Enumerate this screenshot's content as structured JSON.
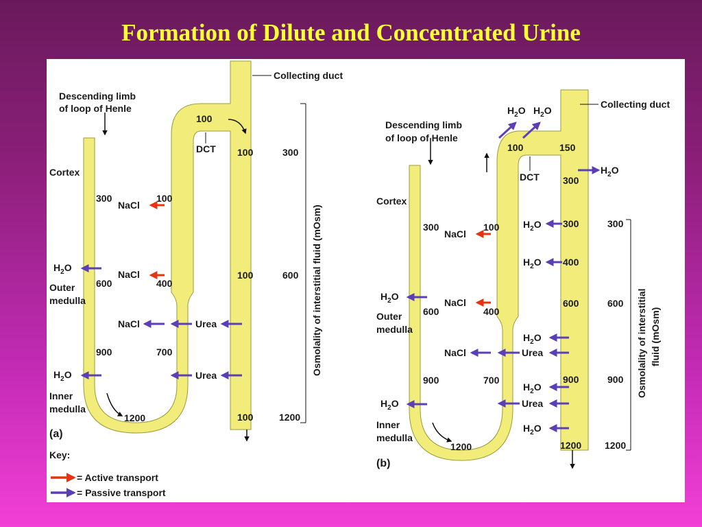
{
  "title": "Formation of Dilute and Concentrated Urine",
  "colors": {
    "tubule": "#f2ec7a",
    "tubule_outline": "#8a8a2a",
    "active": "#e63312",
    "passive": "#5b3fb5",
    "title": "#ffff33"
  },
  "a": {
    "collecting_duct": "Collecting duct",
    "descending_limb_1": "Descending limb",
    "descending_limb_2": "of loop of Henle",
    "dct": "DCT",
    "cortex": "Cortex",
    "outer_medulla_1": "Outer",
    "outer_medulla_2": "medulla",
    "inner_medulla_1": "Inner",
    "inner_medulla_2": "medulla",
    "axis_label": "Osmolality of interstitial fluid (mOsm)",
    "panel_label": "(a)",
    "values": {
      "dct_top": "100",
      "desc_300": "300",
      "desc_600": "600",
      "desc_900": "900",
      "bottom_1200": "1200",
      "asc_100": "100",
      "asc_400": "400",
      "asc_700": "700",
      "cd_100a": "100",
      "cd_100b": "100",
      "cd_100c": "100"
    },
    "scale": [
      "300",
      "600",
      "1200"
    ],
    "nacl": "NaCl",
    "urea": "Urea",
    "h2o": "H",
    "h2o_sub": "2",
    "h2o_end": "O"
  },
  "b": {
    "collecting_duct": "Collecting duct",
    "descending_limb_1": "Descending limb",
    "descending_limb_2": "of loop of Henle",
    "dct": "DCT",
    "cortex": "Cortex",
    "outer_medulla_1": "Outer",
    "outer_medulla_2": "medulla",
    "inner_medulla_1": "Inner",
    "inner_medulla_2": "medulla",
    "axis_label_1": "Osmolality of interstitial",
    "axis_label_2": "fluid (mOsm)",
    "panel_label": "(b)",
    "values": {
      "dct_100": "100",
      "dct_150": "150",
      "desc_300": "300",
      "desc_600": "600",
      "desc_900": "900",
      "bottom_1200": "1200",
      "asc_100": "100",
      "asc_400": "400",
      "asc_700": "700",
      "cd_300a": "300",
      "cd_300b": "300",
      "cd_400": "400",
      "cd_600": "600",
      "cd_900": "900",
      "cd_1200": "1200"
    },
    "scale": [
      "300",
      "600",
      "900",
      "1200"
    ]
  },
  "key": {
    "title": "Key:",
    "active": "= Active transport",
    "passive": "= Passive transport"
  }
}
